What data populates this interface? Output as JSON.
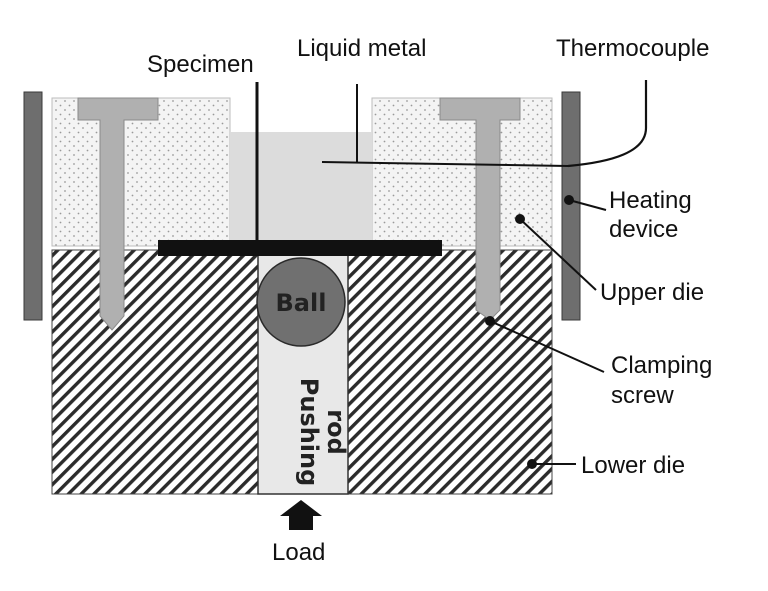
{
  "labels": {
    "specimen": "Specimen",
    "liquid_metal": "Liquid metal",
    "thermocouple": "Thermocouple",
    "heating_device_line1": "Heating",
    "heating_device_line2": "device",
    "upper_die": "Upper die",
    "clamping_screw_line1": "Clamping",
    "clamping_screw_line2": "screw",
    "lower_die": "Lower die",
    "ball": "Ball",
    "pushing_rod_line1": "Pushing",
    "pushing_rod_line2": "rod",
    "load": "Load"
  },
  "colors": {
    "upper_die_fill": "#f4f4f4",
    "upper_die_dots": "#9a9a9a",
    "lower_die_hatch": "#2b2b2b",
    "screw": "#b0b0b0",
    "heater": "#6e6e6e",
    "liquid_metal": "#dcdcdc",
    "specimen_plate": "#111111",
    "ball": "#707070",
    "pushing_rod": "#e8e8e8",
    "leader_lines": "#111111"
  }
}
